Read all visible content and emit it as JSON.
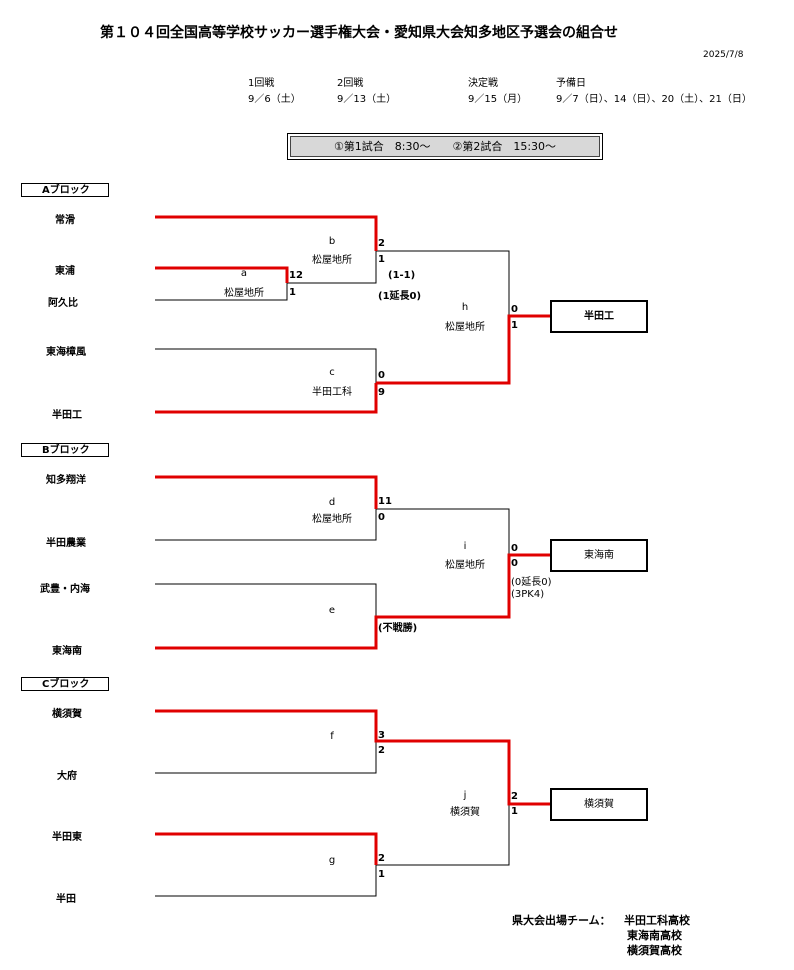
{
  "title": "第１０４回全国高等学校サッカー選手権大会・愛知県大会知多地区予選会の組合せ",
  "date": "2025/7/8",
  "schedule": [
    {
      "round": "1回戦",
      "date": "9／6（土）"
    },
    {
      "round": "2回戦",
      "date": "9／13（土）"
    },
    {
      "round": "決定戦",
      "date": "9／15（月）"
    },
    {
      "round": "予備日",
      "date": "9／7（日）、14（日）、20（土）、21（日）"
    }
  ],
  "match_times": "①第1試合　8:30～　　②第2試合　15:30～",
  "blocks": {
    "A": {
      "label": "Aブロック",
      "teams": [
        "常滑",
        "東浦",
        "阿久比",
        "東海樟風",
        "半田工"
      ],
      "games": {
        "a": {
          "id": "a",
          "venue": "松屋地所",
          "scores": [
            "12",
            "1"
          ]
        },
        "b": {
          "id": "b",
          "venue": "松屋地所",
          "scores": [
            "2",
            "1"
          ],
          "notes": [
            "(1-1)",
            "(1延長0)"
          ]
        },
        "c": {
          "id": "c",
          "venue": "半田工科",
          "scores": [
            "0",
            "9"
          ]
        },
        "h": {
          "id": "h",
          "venue": "松屋地所",
          "scores": [
            "0",
            "1"
          ]
        }
      },
      "winner": "半田工"
    },
    "B": {
      "label": "Bブロック",
      "teams": [
        "知多翔洋",
        "半田農業",
        "武豊・内海",
        "東海南"
      ],
      "games": {
        "d": {
          "id": "d",
          "venue": "松屋地所",
          "scores": [
            "11",
            "0"
          ]
        },
        "e": {
          "id": "e",
          "venue": "",
          "note": "(不戦勝)"
        },
        "i": {
          "id": "i",
          "venue": "松屋地所",
          "scores": [
            "0",
            "0"
          ],
          "notes": [
            "(0延長0)",
            "(3PK4)"
          ]
        }
      },
      "winner": "東海南"
    },
    "C": {
      "label": "Cブロック",
      "teams": [
        "横須賀",
        "大府",
        "半田東",
        "半田"
      ],
      "games": {
        "f": {
          "id": "f",
          "venue": "",
          "scores": [
            "3",
            "2"
          ]
        },
        "g": {
          "id": "g",
          "venue": "",
          "scores": [
            "2",
            "1"
          ]
        },
        "j": {
          "id": "j",
          "venue": "横須賀",
          "scores": [
            "2",
            "1"
          ]
        }
      },
      "winner": "横須賀"
    }
  },
  "qualified": {
    "label": "県大会出場チーム：",
    "teams": [
      "半田工科高校",
      "東海南高校",
      "横須賀高校"
    ]
  },
  "colors": {
    "winner_line": "#e00000",
    "line": "#000000",
    "header_box": "#d8d8d8"
  }
}
